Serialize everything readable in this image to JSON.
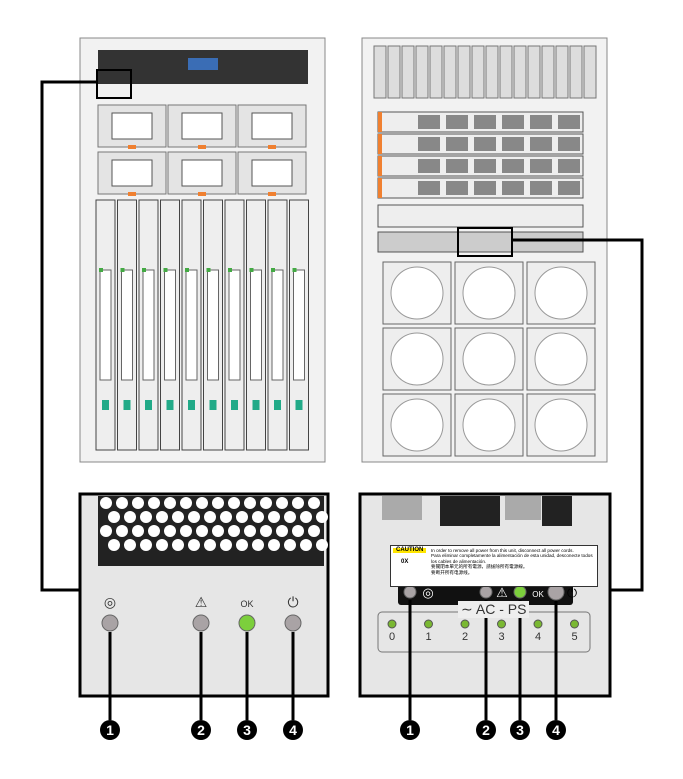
{
  "left_panel": {
    "leds": [
      {
        "icon": "locator-icon",
        "color": "#a9a3a5"
      },
      {
        "icon": "warning-icon",
        "color": "#a9a3a5"
      },
      {
        "icon": "ok-icon",
        "label": "OK",
        "color": "#7ccf3c"
      },
      {
        "icon": "power-icon",
        "color": "#a9a3a5"
      }
    ]
  },
  "right_panel": {
    "caution": {
      "title": "CAUTION",
      "symbol": "0X",
      "lines": [
        "In order to remove all power from this unit, disconnect all power cords.",
        "Para eliminar completamente la alimentación de esta unidad, desconecte todos los cables de alimentación.",
        "要關閉本單元的所有電源，請拔除所有電源線。",
        "要断开所有电源线。"
      ]
    },
    "ok_label": "OK",
    "ac_ps_label": "AC - PS",
    "ps_slots": [
      "0",
      "1",
      "2",
      "3",
      "4",
      "5"
    ]
  },
  "callouts": [
    "1",
    "2",
    "3",
    "4"
  ],
  "colors": {
    "led_gray": "#a9a3a5",
    "led_green": "#7ccf3c",
    "panel_bg": "#e8e8e8",
    "border": "#000000"
  }
}
